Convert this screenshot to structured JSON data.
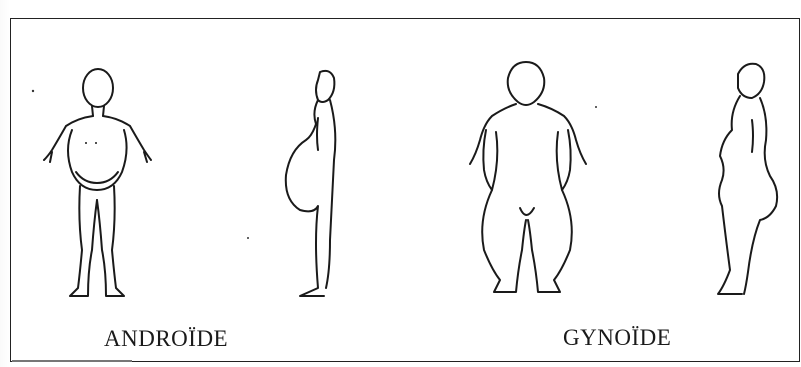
{
  "labels": {
    "android": "ANDROÏDE",
    "gynoid": "GYNOÏDE"
  },
  "figures": [
    {
      "body_type": "android",
      "view": "front"
    },
    {
      "body_type": "android",
      "view": "side"
    },
    {
      "body_type": "gynoid",
      "view": "front"
    },
    {
      "body_type": "gynoid",
      "view": "side"
    }
  ],
  "colors": {
    "line": "#1a1a1a",
    "frame": "#222222",
    "background": "#ffffff"
  }
}
